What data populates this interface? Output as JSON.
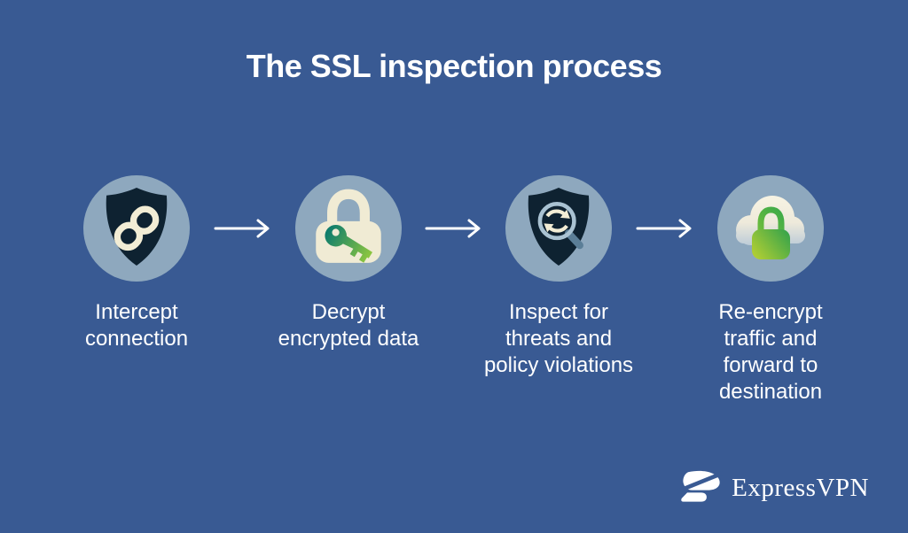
{
  "title": "The SSL inspection process",
  "steps": [
    {
      "id": "intercept",
      "icon": "shield-link-icon",
      "label": "Intercept\nconnection"
    },
    {
      "id": "decrypt",
      "icon": "padlock-key-icon",
      "label": "Decrypt\nencrypted data"
    },
    {
      "id": "inspect",
      "icon": "shield-magnifier-sync-icon",
      "label": "Inspect for\nthreats and\npolicy violations"
    },
    {
      "id": "re-encrypt",
      "icon": "cloud-padlock-icon",
      "label": "Re-encrypt\ntraffic and\nforward to\ndestination"
    }
  ],
  "brand": {
    "name": "ExpressVPN"
  },
  "colors": {
    "background": "#395a93",
    "circle": "#8ea8be",
    "shield_navy": "#0e2231",
    "cream": "#f2edd5",
    "key_teal": "#0f7d6c",
    "key_lime": "#8dc63f",
    "lock_lime": "#bcd232",
    "lock_green": "#2fa14c",
    "lens_ring": "#a9c2d2",
    "magnifier_handle": "#5b7e97",
    "text": "#ffffff"
  }
}
